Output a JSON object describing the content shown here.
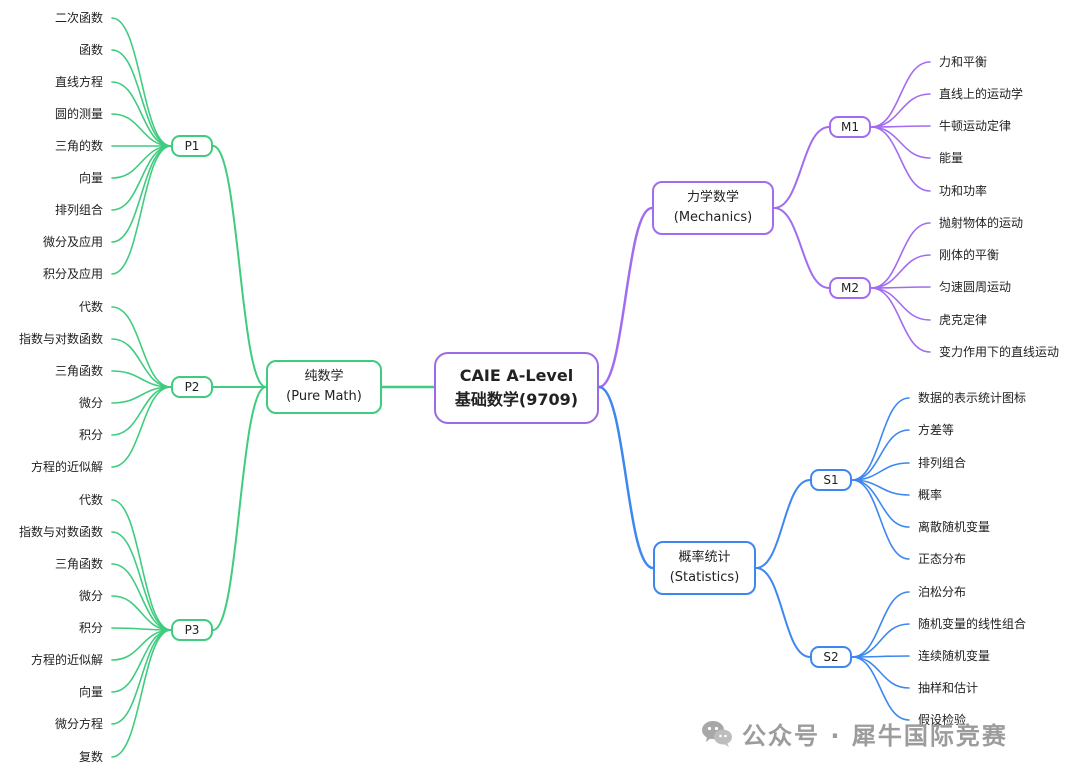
{
  "root": {
    "line1": "CAIE A-Level",
    "line2": "基础数学(9709)",
    "color": "#9b6ae6"
  },
  "pure": {
    "line1": "纯数学",
    "line2": "(Pure Math)",
    "color": "#3fcc7f",
    "groups": [
      {
        "name": "P1",
        "topics": [
          "二次函数",
          "函数",
          "直线方程",
          "圆的测量",
          "三角的数",
          "向量",
          "排列组合",
          "微分及应用",
          "积分及应用"
        ]
      },
      {
        "name": "P2",
        "topics": [
          "代数",
          "指数与对数函数",
          "三角函数",
          "微分",
          "积分",
          "方程的近似解"
        ]
      },
      {
        "name": "P3",
        "topics": [
          "代数",
          "指数与对数函数",
          "三角函数",
          "微分",
          "积分",
          "方程的近似解",
          "向量",
          "微分方程",
          "复数"
        ]
      }
    ]
  },
  "mech": {
    "line1": "力学数学",
    "line2": "(Mechanics)",
    "color": "#a26cf0",
    "groups": [
      {
        "name": "M1",
        "topics": [
          "力和平衡",
          "直线上的运动学",
          "牛顿运动定律",
          "能量",
          "功和功率"
        ]
      },
      {
        "name": "M2",
        "topics": [
          "抛射物体的运动",
          "刚体的平衡",
          "匀速圆周运动",
          "虎克定律",
          "变力作用下的直线运动"
        ]
      }
    ]
  },
  "stats": {
    "line1": "概率统计",
    "line2": "(Statistics)",
    "color": "#3d87f0",
    "groups": [
      {
        "name": "S1",
        "topics": [
          "数据的表示统计图标",
          "方差等",
          "排列组合",
          "概率",
          "离散随机变量",
          "正态分布"
        ]
      },
      {
        "name": "S2",
        "topics": [
          "泊松分布",
          "随机变量的线性组合",
          "连续随机变量",
          "抽样和估计",
          "假设检验"
        ]
      }
    ]
  },
  "watermark": {
    "text": "公众号 · 犀牛国际竞赛",
    "icon": "wechat-icon"
  }
}
